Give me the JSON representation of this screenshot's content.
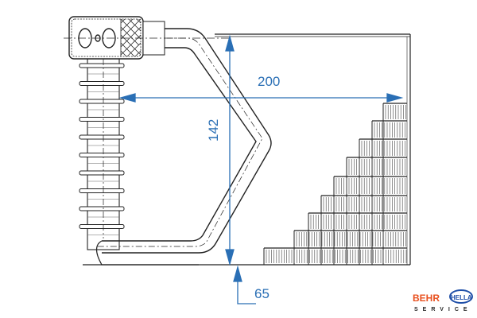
{
  "dimensions": {
    "width": "200",
    "height": "142",
    "depth": "65"
  },
  "logo": {
    "brand1": "BEHR",
    "brand2": "HELLA",
    "service": "SERVICE"
  },
  "colors": {
    "dimension": "#2a6fb5",
    "line": "#222222",
    "behr": "#e8501e",
    "hella": "#1f4fa8"
  }
}
